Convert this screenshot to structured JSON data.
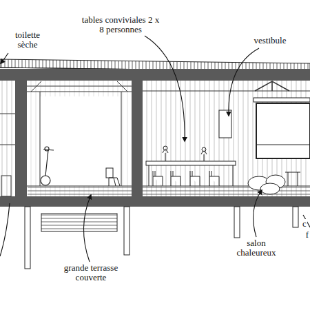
{
  "diagram": {
    "labels": [
      "toilette sèche",
      "tables conviviales 2 x 8 personnes",
      "vestibule",
      "grande terrasse couverte",
      "salon chaleureux",
      "c",
      "f"
    ]
  }
}
